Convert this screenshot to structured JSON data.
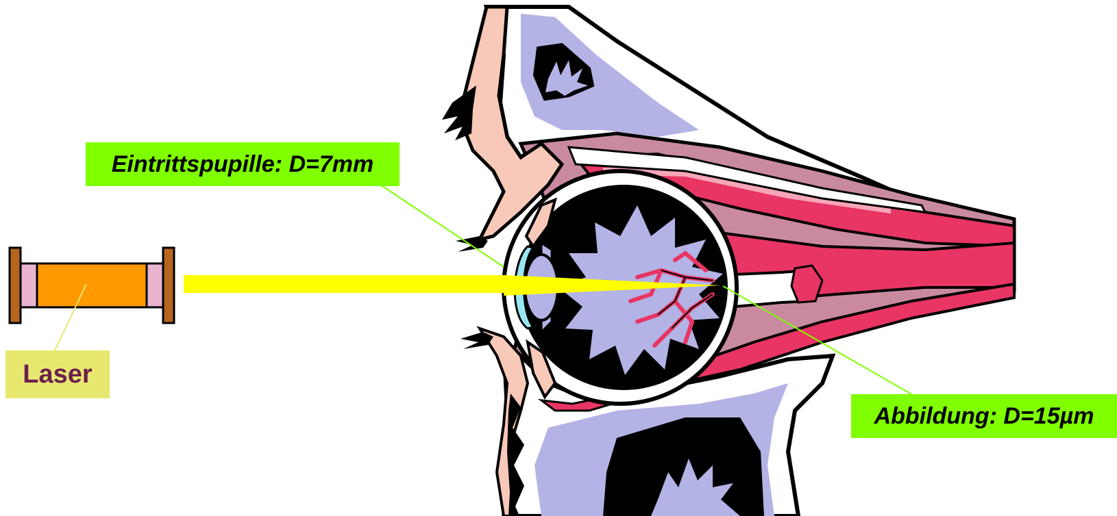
{
  "labels": {
    "entrance_pupil": "Eintrittspupille: D=7mm",
    "image": "Abbildung: D=15µm",
    "laser": "Laser"
  },
  "colors": {
    "label_green": "#7fff00",
    "label_yellow": "#e8e870",
    "laser_text": "#6b1f4e",
    "beam_yellow": "#ffff00",
    "laser_body": "#ff9900",
    "laser_ends": "#b5651d",
    "laser_rings": "#e8b4d0",
    "sclera_pink": "#f7a6b8",
    "muscle_red": "#e83563",
    "bone_lavender": "#b3b3e6",
    "tissue_mauve": "#c98aa0",
    "skin_peach": "#f8c8b8",
    "cornea_cyan": "#99e6f2"
  },
  "icons": {
    "laser": "laser-device-icon",
    "eye": "eye-cross-section-icon"
  }
}
